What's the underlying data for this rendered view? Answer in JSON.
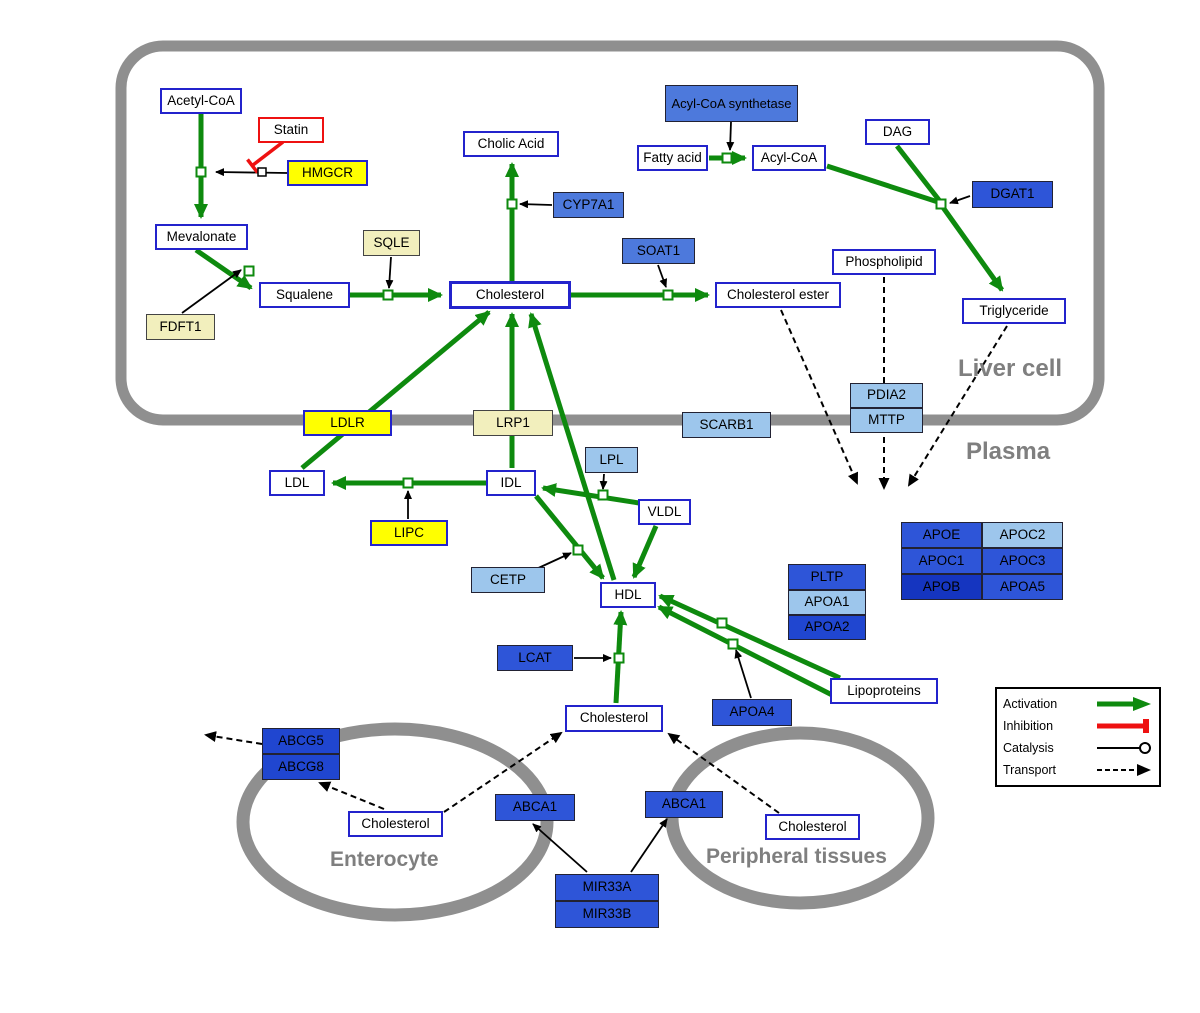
{
  "regions": {
    "liver": "Liver cell",
    "plasma": "Plasma",
    "enterocyte": "Enterocyte",
    "peripheral": "Peripheral tissues"
  },
  "nodes": {
    "acetyl_coa": {
      "label": "Acetyl-CoA"
    },
    "statin": {
      "label": "Statin"
    },
    "hmgcr": {
      "label": "HMGCR"
    },
    "mevalonate": {
      "label": "Mevalonate"
    },
    "sqle": {
      "label": "SQLE"
    },
    "fdft1": {
      "label": "FDFT1"
    },
    "squalene": {
      "label": "Squalene"
    },
    "cholesterol_liver": {
      "label": "Cholesterol"
    },
    "cholic_acid": {
      "label": "Cholic Acid"
    },
    "cyp7a1": {
      "label": "CYP7A1"
    },
    "soat1": {
      "label": "SOAT1"
    },
    "cholesterol_ester": {
      "label": "Cholesterol ester"
    },
    "acyl_coa_synthetase": {
      "label": "Acyl-CoA synthetase"
    },
    "fatty_acid": {
      "label": "Fatty acid"
    },
    "acyl_coa": {
      "label": "Acyl-CoA"
    },
    "dag": {
      "label": "DAG"
    },
    "dgat1": {
      "label": "DGAT1"
    },
    "phospholipid": {
      "label": "Phospholipid"
    },
    "triglyceride": {
      "label": "Triglyceride"
    },
    "ldlr": {
      "label": "LDLR"
    },
    "lrp1": {
      "label": "LRP1"
    },
    "scarb1": {
      "label": "SCARB1"
    },
    "pdia2": {
      "label": "PDIA2"
    },
    "mttp": {
      "label": "MTTP"
    },
    "ldl": {
      "label": "LDL"
    },
    "idl": {
      "label": "IDL"
    },
    "lpl": {
      "label": "LPL"
    },
    "vldl": {
      "label": "VLDL"
    },
    "lipc": {
      "label": "LIPC"
    },
    "cetp": {
      "label": "CETP"
    },
    "hdl": {
      "label": "HDL"
    },
    "pltp": {
      "label": "PLTP"
    },
    "apoa1": {
      "label": "APOA1"
    },
    "apoa2": {
      "label": "APOA2"
    },
    "lcat": {
      "label": "LCAT"
    },
    "apoa4": {
      "label": "APOA4"
    },
    "lipoproteins": {
      "label": "Lipoproteins"
    },
    "apoe": {
      "label": "APOE"
    },
    "apoc2": {
      "label": "APOC2"
    },
    "apoc1": {
      "label": "APOC1"
    },
    "apoc3": {
      "label": "APOC3"
    },
    "apob": {
      "label": "APOB"
    },
    "apoa5": {
      "label": "APOA5"
    },
    "cholesterol_plasma": {
      "label": "Cholesterol"
    },
    "abcg5": {
      "label": "ABCG5"
    },
    "abcg8": {
      "label": "ABCG8"
    },
    "cholesterol_enterocyte": {
      "label": "Cholesterol"
    },
    "abca1_enterocyte": {
      "label": "ABCA1"
    },
    "abca1_peripheral": {
      "label": "ABCA1"
    },
    "cholesterol_peripheral": {
      "label": "Cholesterol"
    },
    "mir33a": {
      "label": "MIR33A"
    },
    "mir33b": {
      "label": "MIR33B"
    }
  },
  "legend": {
    "activation": "Activation",
    "inhibition": "Inhibition",
    "catalysis": "Catalysis",
    "transport": "Transport"
  },
  "colors": {
    "activation_green": "#0e8a0e",
    "inhibition_red": "#ee1111",
    "membrane_gray": "#8f8f8f",
    "node_border_blue": "#2323cc",
    "gene_yellow": "#ffff00",
    "gene_pale_yellow": "#f2efbd",
    "gene_blue_mid": "#4d79dc",
    "gene_blue_royal": "#2e55d8",
    "gene_blue_light": "#9dc6ec",
    "gene_blue_dark": "#2046d0"
  }
}
